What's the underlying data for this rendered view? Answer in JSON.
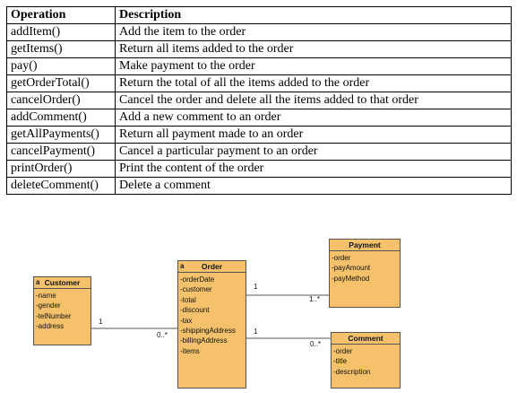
{
  "table": {
    "headers": [
      "Operation",
      "Description"
    ],
    "rows": [
      {
        "op": "addItem()",
        "desc": "Add the item to the order"
      },
      {
        "op": "getItems()",
        "desc": "Return all items added to the order"
      },
      {
        "op": "pay()",
        "desc": "Make payment to the order"
      },
      {
        "op": "getOrderTotal()",
        "desc": "Return the total of all the items added to the order"
      },
      {
        "op": "cancelOrder()",
        "desc": "Cancel the order and delete all the items added to that order"
      },
      {
        "op": "addComment()",
        "desc": "Add a new comment to an order"
      },
      {
        "op": "getAllPayments()",
        "desc": "Return all payment made to an order"
      },
      {
        "op": "cancelPayment()",
        "desc": "Cancel a particular payment to an order"
      },
      {
        "op": "printOrder()",
        "desc": "Print the content of the order"
      },
      {
        "op": "deleteComment()",
        "desc": "Delete a comment"
      }
    ]
  },
  "diagram": {
    "customer": {
      "badge": "a",
      "name": "Customer",
      "attrs": [
        "-name",
        "-gender",
        "-telNumber",
        "-address"
      ]
    },
    "order": {
      "badge": "a",
      "name": "Order",
      "attrs": [
        "-orderDate",
        "-customer",
        "-total",
        "-discount",
        "-tax",
        "-shippingAddress",
        "-billingAddress",
        "-items"
      ]
    },
    "payment": {
      "name": "Payment",
      "attrs": [
        "-order",
        "-payAmount",
        "-payMethod"
      ]
    },
    "comment": {
      "name": "Comment",
      "attrs": [
        "-order",
        "-title",
        "-description"
      ]
    },
    "multiplicities": {
      "customer_end": "1",
      "order_customer_end": "0..*",
      "order_payment_end": "1",
      "payment_end": "1..*",
      "order_comment_end": "1",
      "comment_end": "0..*"
    }
  }
}
